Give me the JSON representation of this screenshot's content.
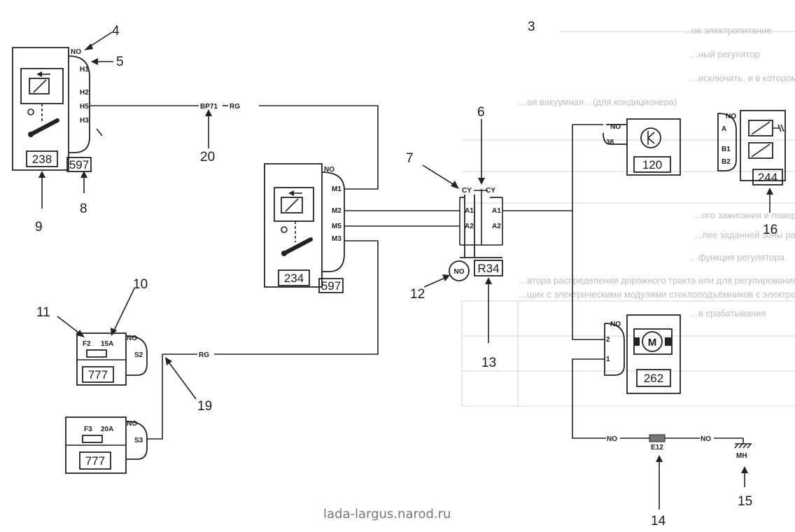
{
  "connector_code": "NO",
  "wire_codes": {
    "rg": "RG",
    "bp71": "BP71",
    "cy": "CY",
    "mh": "MH",
    "e12": "E12"
  },
  "components": {
    "c238": {
      "label": "238",
      "pins": [
        "H1",
        "H2",
        "H5",
        "H3"
      ],
      "connector": "597"
    },
    "c234": {
      "label": "234",
      "pins": [
        "M1",
        "M2",
        "M5",
        "M3"
      ],
      "connector": "597"
    },
    "r34": {
      "label": "R34",
      "pins_left": [
        "A1",
        "A2"
      ],
      "pins_right": [
        "A1",
        "A2"
      ]
    },
    "c120": {
      "label": "120",
      "pin": "38"
    },
    "c244": {
      "label": "244",
      "pins": [
        "A",
        "B1",
        "B2"
      ]
    },
    "c262": {
      "label": "262",
      "pins": [
        "2",
        "1"
      ],
      "motor": "M"
    },
    "fuse_f2": {
      "label": "777",
      "fuse": "F2",
      "rating": "15A",
      "pin": "S2"
    },
    "fuse_f3": {
      "label": "777",
      "fuse": "F3",
      "rating": "20A",
      "pin": "S3"
    },
    "no_circle": {
      "label": "NO"
    }
  },
  "callouts": [
    "3",
    "4",
    "5",
    "6",
    "7",
    "8",
    "9",
    "10",
    "11",
    "12",
    "13",
    "14",
    "15",
    "16",
    "19",
    "20"
  ],
  "background_text": [
    "…ое электропитание",
    "…ный регулятор",
    "…исключить, и в котором необходимо установить расположение реле",
    "…ая вакуумная…(для кондиционера)",
    "…ого зажигания и поворотного распределительного",
    "…лее заданной зоны распределения по температуре",
    "…функция регулятора",
    "…атора распределения дорожного тракта или для регулирования в зоне управляемых",
    "…щих с электрическими модулями стеклоподъёмников с электроприводом. Наличие провода данного и",
    "…в срабатывания"
  ],
  "watermark": "lada-largus.narod.ru"
}
